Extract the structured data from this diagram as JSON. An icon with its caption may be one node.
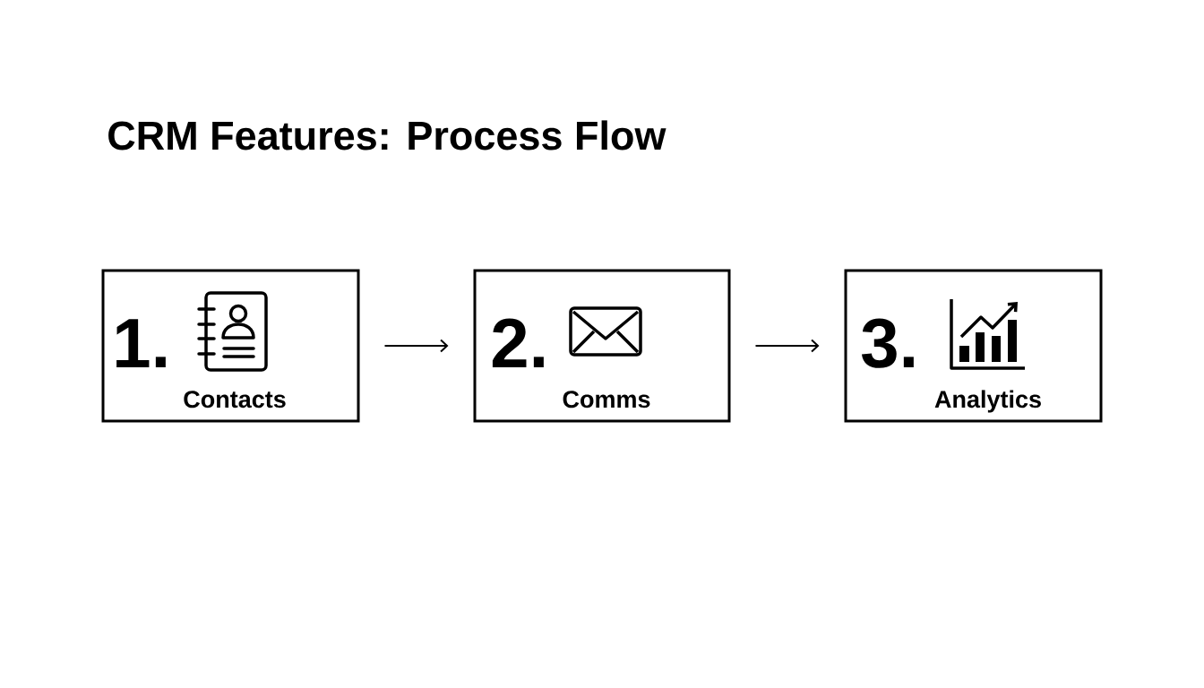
{
  "diagram": {
    "title": "CRM Features: Process Flow",
    "nodes": [
      {
        "text": [
          "1.",
          "Contacts"
        ]
      },
      {
        "text": [
          "2.",
          "Comms"
        ]
      },
      {
        "text": [
          "3.",
          "Analytics"
        ]
      }
    ],
    "edges": [
      {
        "from": 0,
        "to": 1,
        "arrow": "to"
      },
      {
        "from": 1,
        "to": 2,
        "arrow": "to"
      }
    ]
  }
}
